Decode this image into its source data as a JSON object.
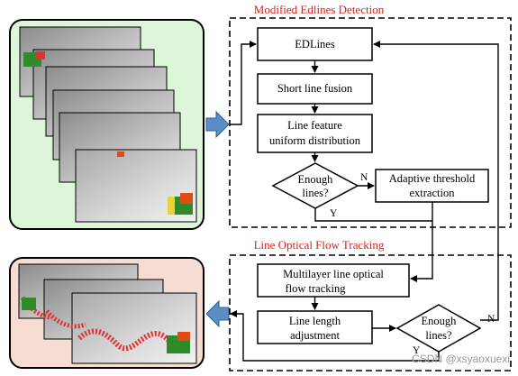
{
  "titles": {
    "top": "Modified Edlines Detection",
    "bottom": "Line Optical Flow Tracking"
  },
  "top_section": {
    "edlines": "EDLines",
    "short_line_fusion": "Short line fusion",
    "uniform_line1": "Line feature",
    "uniform_line2": "uniform distribution",
    "enough_line1": "Enough",
    "enough_line2": "lines?",
    "adaptive_line1": "Adaptive threshold",
    "adaptive_line2": "extraction",
    "label_n": "N",
    "label_y": "Y"
  },
  "bottom_section": {
    "optical_line1": "Multilayer line optical",
    "optical_line2": "flow tracking",
    "length_line1": "Line length",
    "length_line2": "adjustment",
    "enough_line1": "Enough",
    "enough_line2": "lines?",
    "label_n": "N",
    "label_y": "Y"
  },
  "watermark": "CSDN @xsyaoxuexi",
  "colors": {
    "top_panel_bg": "#ddf5d8",
    "bottom_panel_bg": "#f7dcd4",
    "arrow_fill": "#5b8ec7",
    "title_red": "#e0201b"
  }
}
